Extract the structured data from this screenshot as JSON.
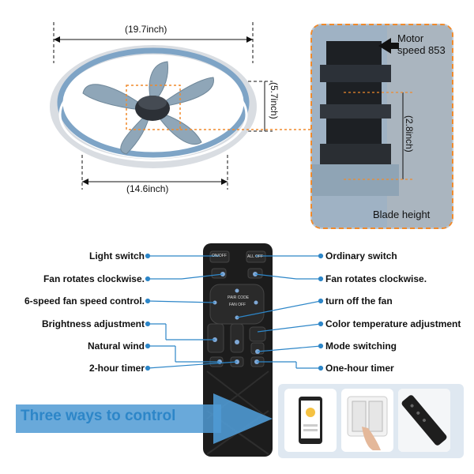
{
  "dimensions": {
    "width": "(19.7inch)",
    "height": "(5.7inch)",
    "base": "(14.6inch)",
    "inner": "(2.8inch)"
  },
  "motor": {
    "line1": "Motor",
    "line2": "speed 853"
  },
  "blade_height": "Blade height",
  "remote_buttons": {
    "on_off": "ON/OFF",
    "all_off": "ALL OFF",
    "pair_code": "PAIR CODE",
    "fan_off": "FAN OFF"
  },
  "labels_left": [
    "Light switch",
    "Fan rotates clockwise.",
    "6-speed fan speed control.",
    "Brightness adjustment",
    "Natural wind",
    "2-hour timer"
  ],
  "labels_right": [
    "Ordinary switch",
    "Fan rotates clockwise.",
    "turn off the fan",
    "Color temperature adjustment",
    "Mode switching",
    "One-hour timer"
  ],
  "cta": "Three ways to control",
  "colors": {
    "accent": "#2d86c8",
    "dash": "#f08a2c",
    "remote": "#1c1c1c",
    "label_line": "#2d86c8"
  }
}
